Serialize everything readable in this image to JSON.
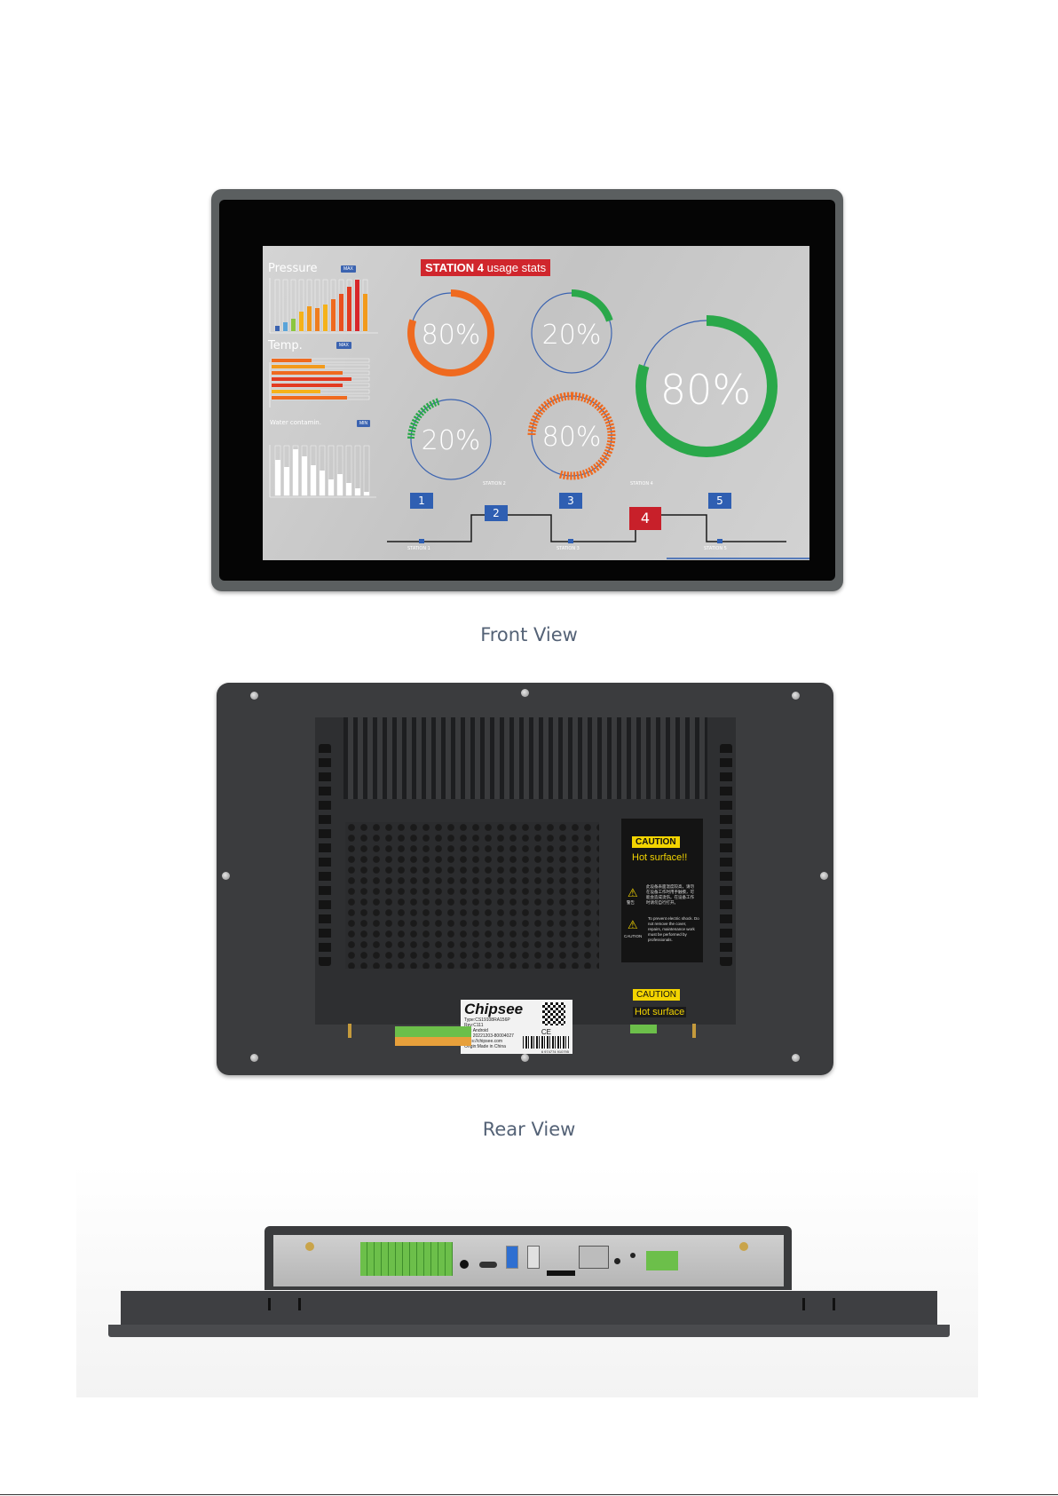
{
  "front_view": {
    "caption": "Front View",
    "screen": {
      "pressure_label": "Pressure",
      "pressure_tag": "MAX",
      "temp_label": "Temp.",
      "temp_tag": "MAX",
      "water_label": "Water contamin.",
      "water_tag": "MIN",
      "station_title_bold": "STATION 4",
      "station_title_rest": " usage stats",
      "gauges": [
        {
          "value": "80%",
          "level": 0.8,
          "color": "#ef6a1f"
        },
        {
          "value": "20%",
          "level": 0.2,
          "color": "#2aa84a"
        },
        {
          "value": "80%",
          "level": 0.8,
          "color": "#2aa84a"
        },
        {
          "value": "20%",
          "level": 0.2,
          "color": "#2aa84a"
        },
        {
          "value": "80%",
          "level": 0.8,
          "color": "#ef6a1f"
        }
      ],
      "stations": [
        {
          "num": "1",
          "caption": "STATION 1"
        },
        {
          "num": "2",
          "caption": "STATION 2"
        },
        {
          "num": "3",
          "caption": "STATION 3"
        },
        {
          "num": "4",
          "caption": "STATION 4"
        },
        {
          "num": "5",
          "caption": "STATION 5"
        }
      ]
    }
  },
  "rear_view": {
    "caption": "Rear View",
    "caution_badge": "CAUTION",
    "hot_surface_1": "Hot surface!!",
    "cn_warning": "此设备表面温度较高，请勿在设备工作时用手触摸，可能会造成烫伤。在设备工作时请勿自行打开。",
    "cn_tag": "警告",
    "en_warning": "To prevent electric shock. Do not remove the cover, repairs, maintenance work must be performed by professionals.",
    "en_tag": "CAUTION",
    "caution_badge_2": "CAUTION",
    "hot_surface_2": "Hot surface",
    "label": {
      "brand": "Chipsee",
      "type": "Type:CS19108RA156P",
      "rev": "Rev:C111",
      "os": "OS: Android",
      "sn": "SN: 20221203-80004027",
      "url": "https://chipsee.com",
      "origin": "Origin:Made in China",
      "barcode_digits": "6 974774 910795"
    }
  },
  "colors": {
    "caption": "#546276",
    "orange": "#ef6a1f",
    "green": "#2aa84a",
    "blue": "#3b63b0",
    "red": "#c8202a",
    "caution_yellow": "#f3d400"
  }
}
